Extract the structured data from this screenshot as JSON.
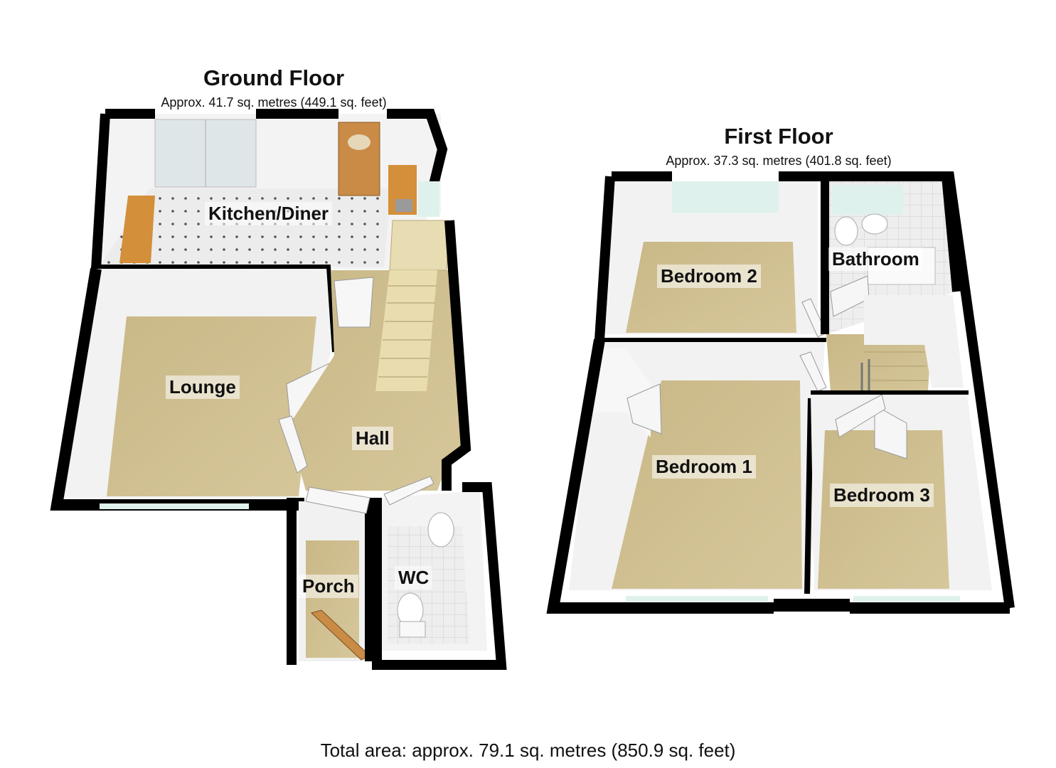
{
  "ground_floor": {
    "title": "Ground Floor",
    "area": "Approx. 41.7 sq. metres (449.1 sq. feet)",
    "rooms": {
      "kitchen": "Kitchen/Diner",
      "lounge": "Lounge",
      "hall": "Hall",
      "porch": "Porch",
      "wc": "WC"
    }
  },
  "first_floor": {
    "title": "First Floor",
    "area": "Approx. 37.3 sq. metres (401.8 sq. feet)",
    "rooms": {
      "bedroom2": "Bedroom 2",
      "bathroom": "Bathroom",
      "bedroom1": "Bedroom 1",
      "bedroom3": "Bedroom 3"
    }
  },
  "total_area": "Total area: approx. 79.1 sq. metres (850.9 sq. feet)",
  "colors": {
    "wall": "#000000",
    "carpet": "#cdbd8e",
    "wall_face": "#f4f4f4",
    "window": "#dff1ec",
    "door_wood": "#c98b45",
    "tile": "#e9e9e9"
  }
}
